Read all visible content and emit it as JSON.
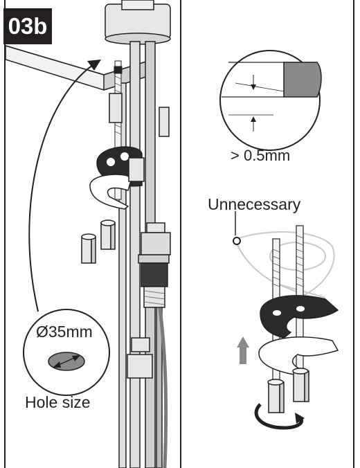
{
  "step_label": "03b",
  "dimension_label": "> 0.5mm",
  "unnecessary_label": "Unnecessary",
  "hole_diameter_label": "Ø35mm",
  "hole_size_label": "Hole size",
  "colors": {
    "ink": "#231f20",
    "panel_border": "#231f20",
    "metal_light": "#e6e6e6",
    "metal_mid": "#bfbfbf",
    "metal_dark": "#7a7a7a",
    "washer_black": "#2b2b2b",
    "ghost": "#d9d9d9"
  },
  "icons": [
    "rotate-arrow-icon",
    "up-arrow-icon",
    "curved-arrow-icon",
    "double-arrow-icon"
  ]
}
